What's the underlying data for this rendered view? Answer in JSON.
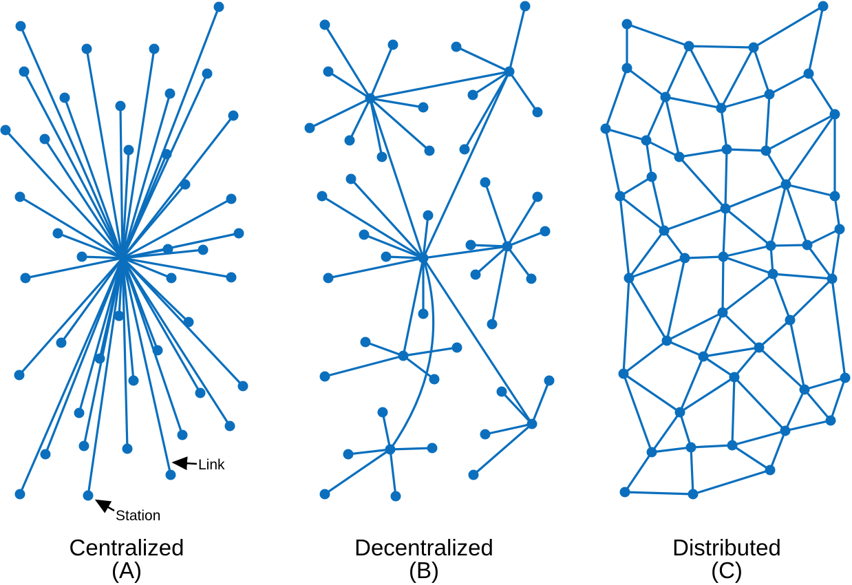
{
  "colors": {
    "network": "#0b6fbd",
    "text": "#000000"
  },
  "panels": [
    {
      "title": "Centralized",
      "letter": "(A)"
    },
    {
      "title": "Decentralized",
      "letter": "(B)"
    },
    {
      "title": "Distributed",
      "letter": "(C)"
    }
  ],
  "annotations": {
    "link": "Link",
    "station": "Station"
  }
}
